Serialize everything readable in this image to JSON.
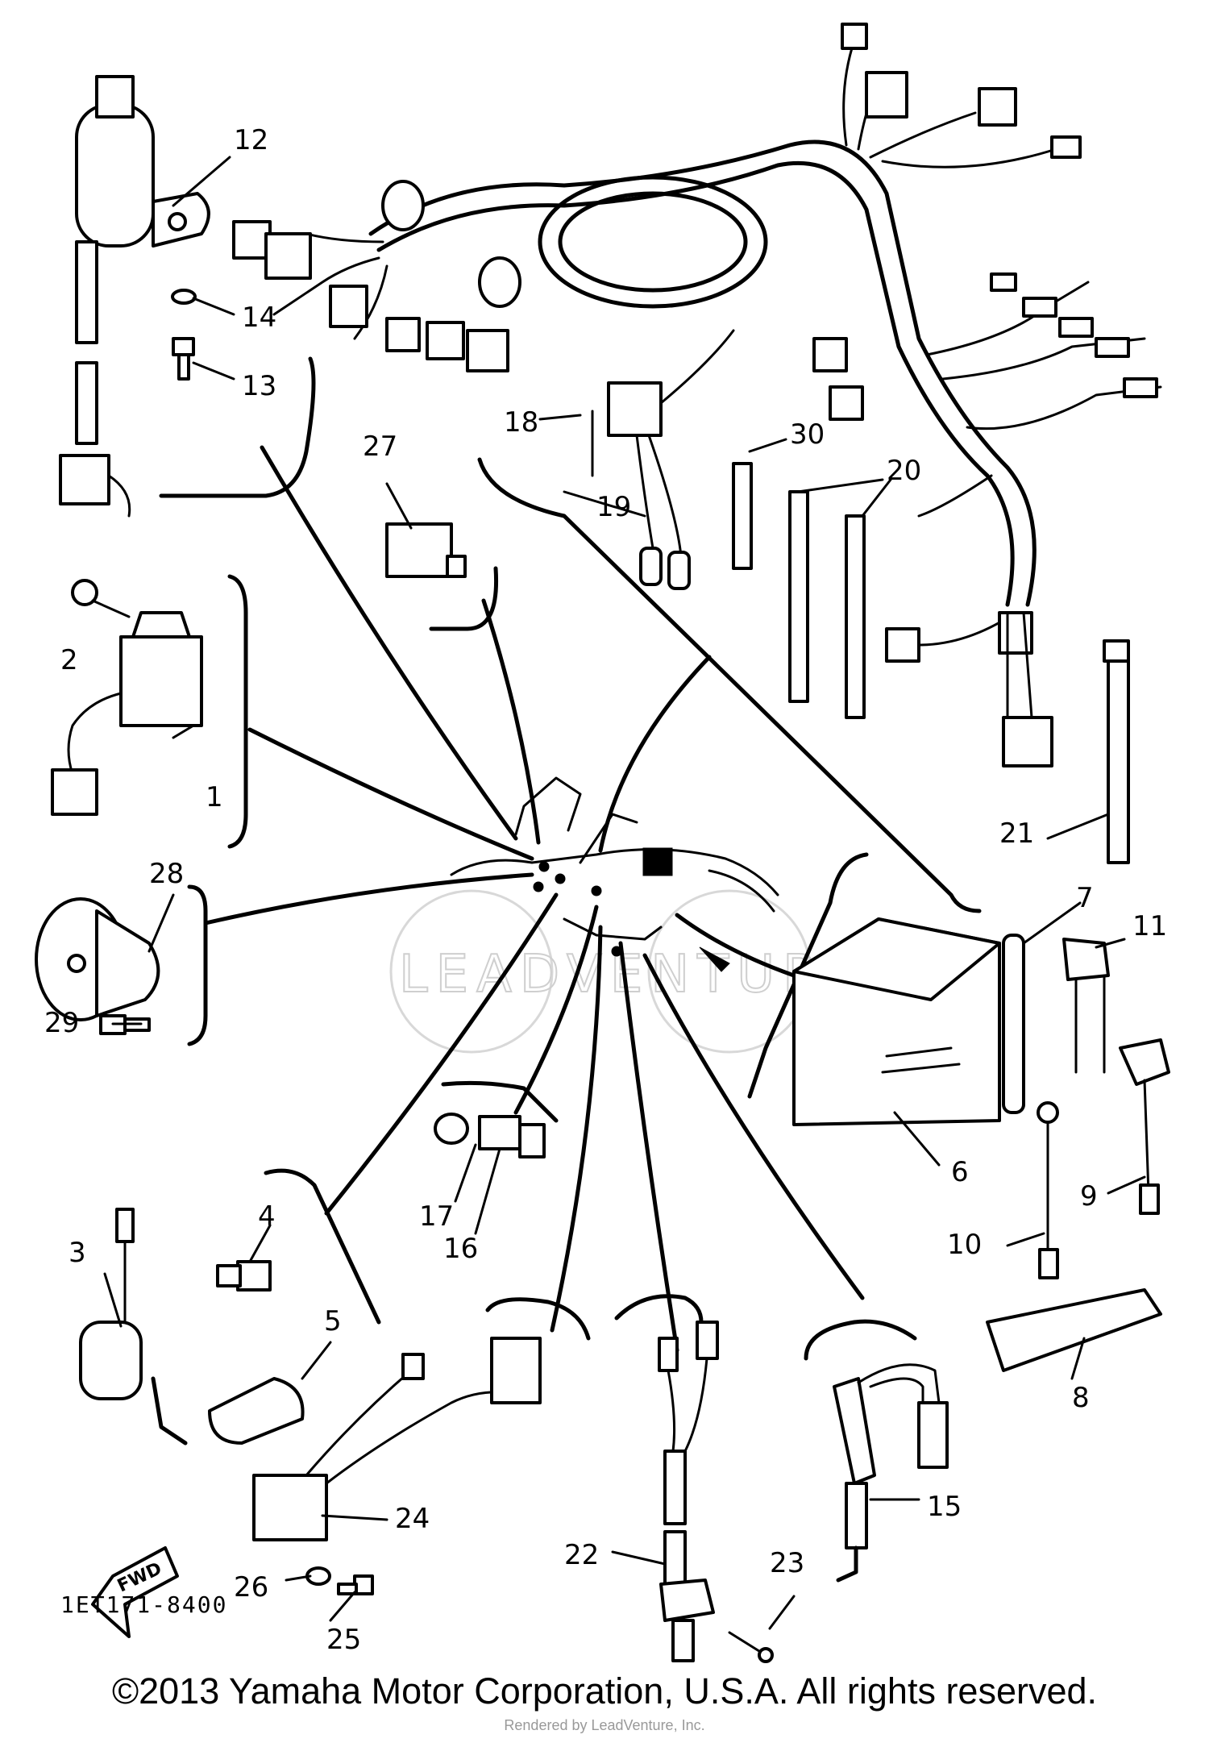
{
  "diagram": {
    "callouts": [
      "1",
      "2",
      "3",
      "4",
      "5",
      "6",
      "7",
      "8",
      "9",
      "10",
      "11",
      "12",
      "13",
      "14",
      "15",
      "16",
      "17",
      "18",
      "19",
      "20",
      "21",
      "22",
      "23",
      "24",
      "25",
      "26",
      "27",
      "28",
      "29",
      "30"
    ],
    "drawing_code": "1ET171-8400",
    "fwd_label": "FWD",
    "watermark": "LEADVENTURE"
  },
  "footer": {
    "copyright": "©2013 Yamaha Motor Corporation, U.S.A. All rights reserved.",
    "rendered_by": "Rendered by LeadVenture, Inc."
  }
}
